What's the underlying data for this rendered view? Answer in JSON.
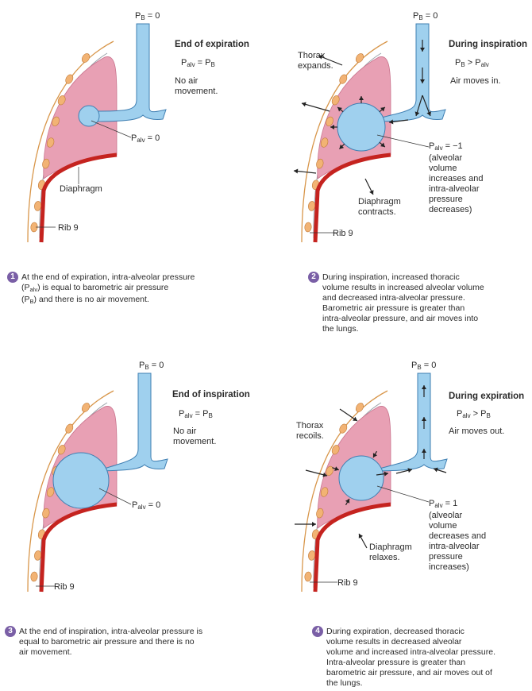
{
  "colors": {
    "lung_fill": "#e8a0b4",
    "lung_edge": "#c9748e",
    "airway_fill": "#9fd0ee",
    "airway_edge": "#3f7fb2",
    "diaphragm": "#c5231f",
    "rib_fill": "#f2b374",
    "rib_edge": "#c07a38",
    "chest_wall": "#d8964a",
    "pleura": "#9aa3aa",
    "badge": "#7a5fa6",
    "arrow": "#222222"
  },
  "panels": [
    {
      "id": 1,
      "pb_label": "P",
      "pb_sub": "B",
      "pb_val": " = 0",
      "title": "End of expiration",
      "relation": {
        "left": "P",
        "left_sub": "alv",
        "op": " = ",
        "right": "P",
        "right_sub": "B"
      },
      "status": [
        "No air",
        "movement."
      ],
      "palv": {
        "p": "P",
        "sub": "alv",
        "val": " = 0"
      },
      "palv_note": [],
      "diaphragm_label": [
        "Diaphragm"
      ],
      "rib_label": "Rib 9",
      "alveolus_size": "small",
      "air_flow": "none"
    },
    {
      "id": 2,
      "pb_label": "P",
      "pb_sub": "B",
      "pb_val": " = 0",
      "title": "During inspiration",
      "relation": {
        "left": "P",
        "left_sub": "B",
        "op": " > ",
        "right": "P",
        "right_sub": "alv"
      },
      "status": [
        "Air moves in."
      ],
      "palv": {
        "p": "P",
        "sub": "alv",
        "val": " = −1"
      },
      "palv_note": [
        "(alveolar",
        "volume",
        "increases and",
        "intra-alveolar",
        "pressure",
        "decreases)"
      ],
      "thorax_label": [
        "Thorax",
        "expands."
      ],
      "diaphragm_label": [
        "Diaphragm",
        "contracts."
      ],
      "rib_label": "Rib 9",
      "alveolus_size": "medium",
      "air_flow": "in"
    },
    {
      "id": 3,
      "pb_label": "P",
      "pb_sub": "B",
      "pb_val": " = 0",
      "title": "End of inspiration",
      "relation": {
        "left": "P",
        "left_sub": "alv",
        "op": " = ",
        "right": "P",
        "right_sub": "B"
      },
      "status": [
        "No air",
        "movement."
      ],
      "palv": {
        "p": "P",
        "sub": "alv",
        "val": " = 0"
      },
      "palv_note": [],
      "rib_label": "Rib 9",
      "alveolus_size": "large",
      "air_flow": "none"
    },
    {
      "id": 4,
      "pb_label": "P",
      "pb_sub": "B",
      "pb_val": " = 0",
      "title": "During expiration",
      "relation": {
        "left": "P",
        "left_sub": "alv",
        "op": " > ",
        "right": "P",
        "right_sub": "B"
      },
      "status": [
        "Air moves out."
      ],
      "palv": {
        "p": "P",
        "sub": "alv",
        "val": " = 1"
      },
      "palv_note": [
        "(alveolar",
        "volume",
        "decreases and",
        "intra-alveolar",
        "pressure",
        "increases)"
      ],
      "thorax_label": [
        "Thorax",
        "recoils."
      ],
      "diaphragm_label": [
        "Diaphragm",
        "relaxes."
      ],
      "rib_label": "Rib 9",
      "alveolus_size": "medium",
      "air_flow": "out"
    }
  ],
  "captions": [
    {
      "num": "1",
      "lines": [
        "At the end of expiration, intra-alveolar pressure",
        "(P<sub>alv</sub>) is equal to barometric air pressure",
        "(P<sub>B</sub>) and there is no air movement."
      ]
    },
    {
      "num": "2",
      "lines": [
        "During inspiration, increased thoracic",
        "volume results in increased alveolar volume",
        "and decreased intra-alveolar pressure.",
        "Barometric air pressure is greater than",
        "intra-alveolar pressure, and air moves into",
        "the lungs."
      ]
    },
    {
      "num": "3",
      "lines": [
        "At the end of inspiration, intra-alveolar pressure is",
        "equal to barometric air pressure and there is no",
        "air movement."
      ]
    },
    {
      "num": "4",
      "lines": [
        "During expiration, decreased thoracic",
        "volume results in decreased alveolar",
        "volume and increased intra-alveolar pressure.",
        "Intra-alveolar pressure is greater than",
        "barometric air pressure, and air moves out of",
        "the lungs."
      ]
    }
  ]
}
